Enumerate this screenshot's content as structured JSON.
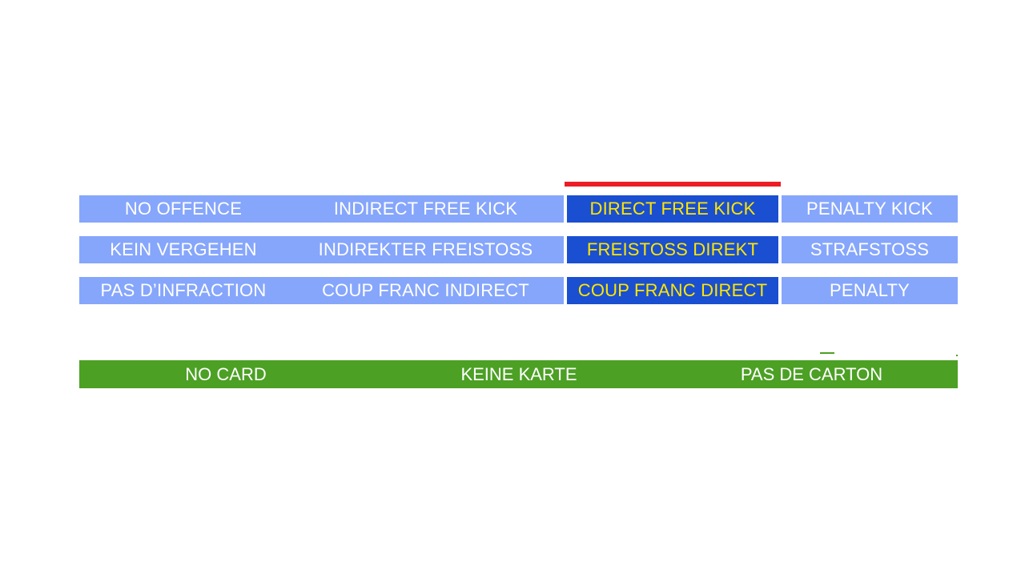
{
  "slide": {
    "background_color": "#FFFFFF",
    "colors": {
      "light_blue": "#86A6FB",
      "dark_blue": "#1A4FD1",
      "highlight_text": "#FFE600",
      "red_marker": "#ED1C24",
      "green": "#4CA024",
      "white_text": "#FFFFFF"
    }
  },
  "matrix": {
    "rows": [
      {
        "language": "english",
        "cells": [
          {
            "label": "NO OFFENCE",
            "state": "normal"
          },
          {
            "label": "INDIRECT FREE KICK",
            "state": "normal"
          },
          {
            "label": "DIRECT FREE KICK",
            "state": "selected"
          },
          {
            "label": "PENALTY KICK",
            "state": "normal"
          }
        ]
      },
      {
        "language": "german",
        "cells": [
          {
            "label": "KEIN VERGEHEN",
            "state": "normal"
          },
          {
            "label": "INDIREKTER FREISTOSS",
            "state": "normal"
          },
          {
            "label": "FREISTOSS DIREKT",
            "state": "selected"
          },
          {
            "label": "STRAFSTOSS",
            "state": "normal"
          }
        ]
      },
      {
        "language": "french",
        "cells": [
          {
            "label": "PAS D’INFRACTION",
            "state": "normal"
          },
          {
            "label": "COUP FRANC INDIRECT",
            "state": "normal"
          },
          {
            "label": "COUP FRANC DIRECT",
            "state": "selected"
          },
          {
            "label": "PENALTY",
            "state": "normal"
          }
        ]
      }
    ]
  },
  "card_bar": {
    "cells": [
      {
        "label": "NO CARD",
        "language": "english"
      },
      {
        "label": "KEINE KARTE",
        "language": "german"
      },
      {
        "label": "PAS DE CARTON",
        "language": "french"
      }
    ]
  }
}
